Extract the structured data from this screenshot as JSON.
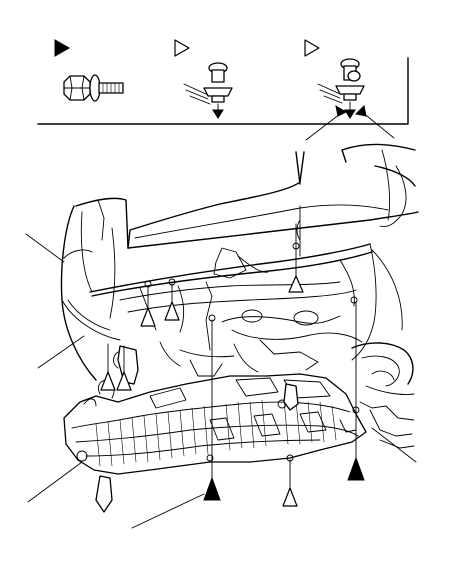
{
  "legend": {
    "symbols": [
      {
        "marker": "filled-triangle",
        "fastener": "flange-bolt"
      },
      {
        "marker": "open-triangle",
        "fastener": "push-clip"
      },
      {
        "marker": "open-triangle",
        "fastener": "push-clip-with-release-arrows"
      }
    ]
  },
  "callouts": {
    "filled_markers": 2,
    "open_markers": 7,
    "leader_lines": 5
  },
  "colors": {
    "line": "#000000",
    "background": "#ffffff"
  }
}
